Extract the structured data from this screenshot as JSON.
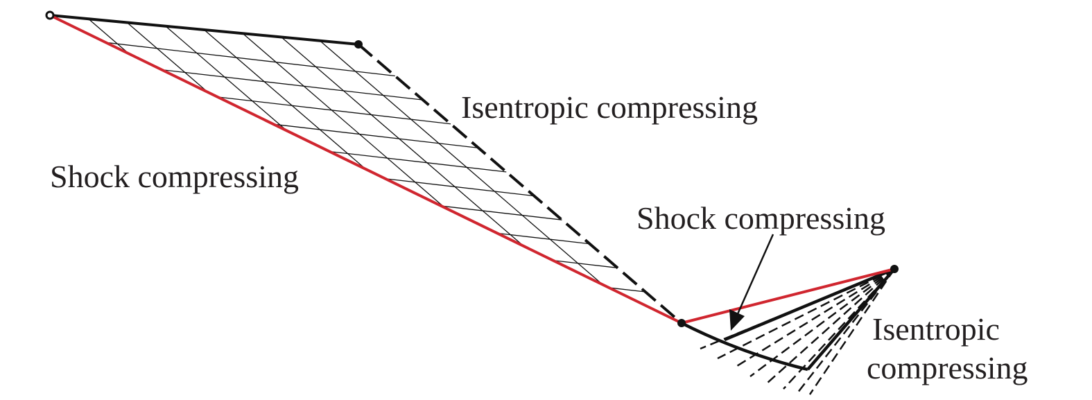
{
  "labels": {
    "upper_isentropic": "Isentropic compressing",
    "upper_shock": "Shock compressing",
    "lower_shock": "Shock compressing",
    "lower_isentropic_line1": "Isentropic",
    "lower_isentropic_line2": "compressing"
  },
  "colors": {
    "shock": "#d0262f",
    "ink": "#111111"
  }
}
